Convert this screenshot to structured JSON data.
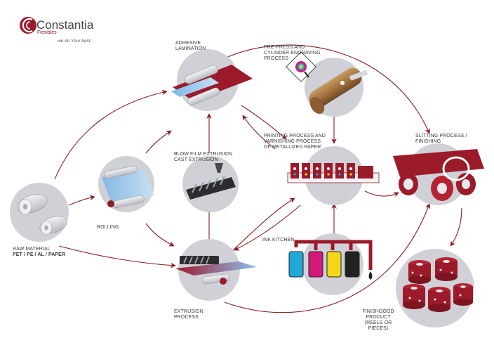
{
  "brand": {
    "name": "Constantia",
    "subname": "Flexibles",
    "tagline": "we do Your best."
  },
  "colors": {
    "brand_red": "#9b1b2a",
    "arrow": "#8a1c24",
    "node_bg": "#cfd1d6",
    "cyan": "#20a8d8",
    "magenta": "#d4187a",
    "yellow": "#f4d817",
    "black": "#222222"
  },
  "nodes": {
    "raw_material": {
      "label": "RAW MATERIAL",
      "sub": "PET / PE / AL / PAPER"
    },
    "rolling": {
      "label": "ROLLING"
    },
    "adhesive": {
      "line1": "ADHESIVE",
      "line2": "LAMINATION"
    },
    "blowfilm": {
      "line1": "BLOW FILM EXTRUSION",
      "line2": "CAST EXTRUSION"
    },
    "extrusion": {
      "line1": "EXTRUSION",
      "line2": "PROCESS"
    },
    "prepress": {
      "line1": "PRE-PRESS AND",
      "line2": "CYLINDER ENGRAVING",
      "line3": "PROCESS"
    },
    "printing": {
      "line1": "PRINTING PROCESS AND",
      "line2": "VARNISHING PROCESS",
      "line3": "OF METALLIZED PAPER"
    },
    "inkkitchen": {
      "label": "INK KITCHEN"
    },
    "slitting": {
      "line1": "SLITTING PROCESS /",
      "line2": "FINISHING"
    },
    "finishgood": {
      "line1": "FINISHGOOD",
      "line2": "PRODUCT",
      "line3": "(REELS OR",
      "line4": "PIECES)"
    }
  }
}
